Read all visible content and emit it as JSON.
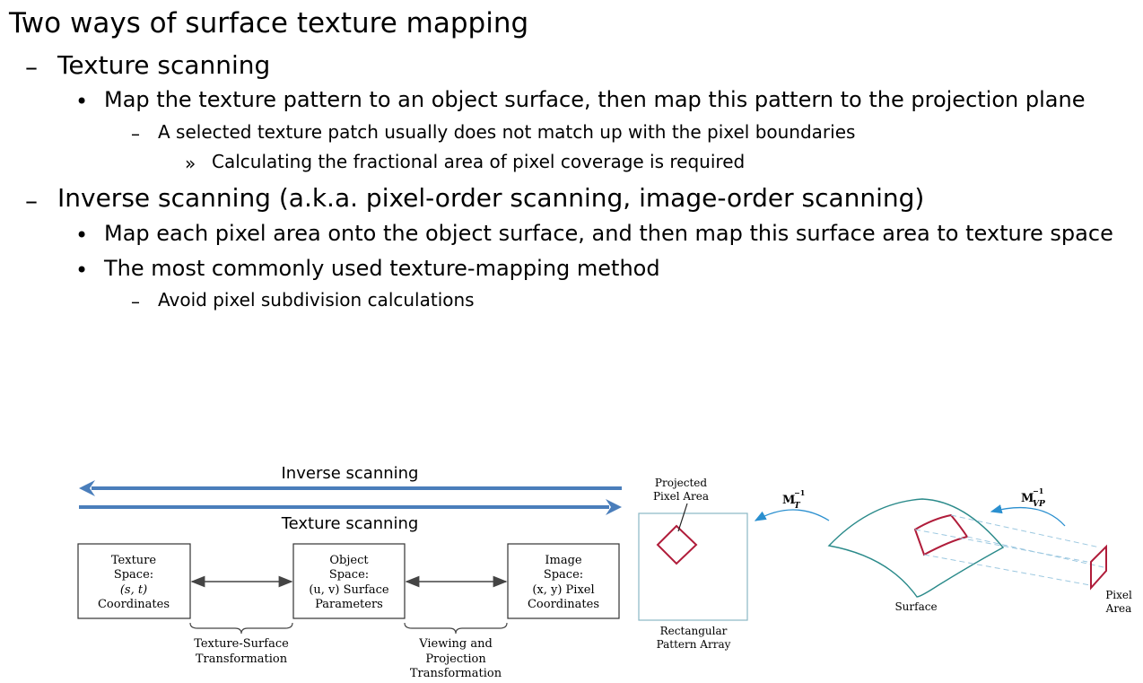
{
  "slide": {
    "title": "Two ways of surface texture mapping",
    "bullets": [
      {
        "marker": "–",
        "text": "Texture scanning"
      },
      {
        "marker": "•",
        "text": "Map the texture pattern to an object surface, then map this pattern to the projection plane"
      },
      {
        "marker": "–",
        "text": "A selected texture patch usually does not match up with the pixel boundaries"
      },
      {
        "marker": "»",
        "text": "Calculating the fractional area of pixel coverage is required"
      },
      {
        "marker": "–",
        "text": "Inverse scanning (a.k.a. pixel-order scanning, image-order scanning)"
      },
      {
        "marker": "•",
        "text": "Map each pixel area onto the object surface, and then map this surface area to texture space"
      },
      {
        "marker": "•",
        "text": "The most commonly used texture-mapping method"
      },
      {
        "marker": "–",
        "text": "Avoid pixel subdivision calculations"
      }
    ]
  },
  "diagram": {
    "colors": {
      "arrow_blue": "#4a7ebb",
      "box_border": "#333333",
      "teal": "#2a8a8a",
      "crimson": "#b01c3a",
      "light_blue": "#2a8fcf"
    },
    "arrows": {
      "inverse_label": "Inverse scanning",
      "texture_label": "Texture scanning"
    },
    "boxes": [
      {
        "lines": [
          "Texture",
          "Space:",
          "(s, t)",
          "Coordinates"
        ]
      },
      {
        "lines": [
          "Object",
          "Space:",
          "(u, v) Surface",
          "Parameters"
        ]
      },
      {
        "lines": [
          "Image",
          "Space:",
          "(x, y) Pixel",
          "Coordinates"
        ]
      }
    ],
    "brace_labels": [
      {
        "lines": [
          "Texture-Surface",
          "Transformation"
        ]
      },
      {
        "lines": [
          "Viewing and",
          "Projection",
          "Transformation"
        ]
      }
    ],
    "figure": {
      "projected_label": [
        "Projected",
        "Pixel Area"
      ],
      "pattern_label": [
        "Rectangular",
        "Pattern Array"
      ],
      "surface_label": "Surface",
      "pixel_label": [
        "Pixel",
        "Area"
      ],
      "mt_label": {
        "base": "M",
        "sub": "T",
        "sup": "−1"
      },
      "mvp_label": {
        "base": "M",
        "sub": "VP",
        "sup": "−1"
      }
    }
  }
}
